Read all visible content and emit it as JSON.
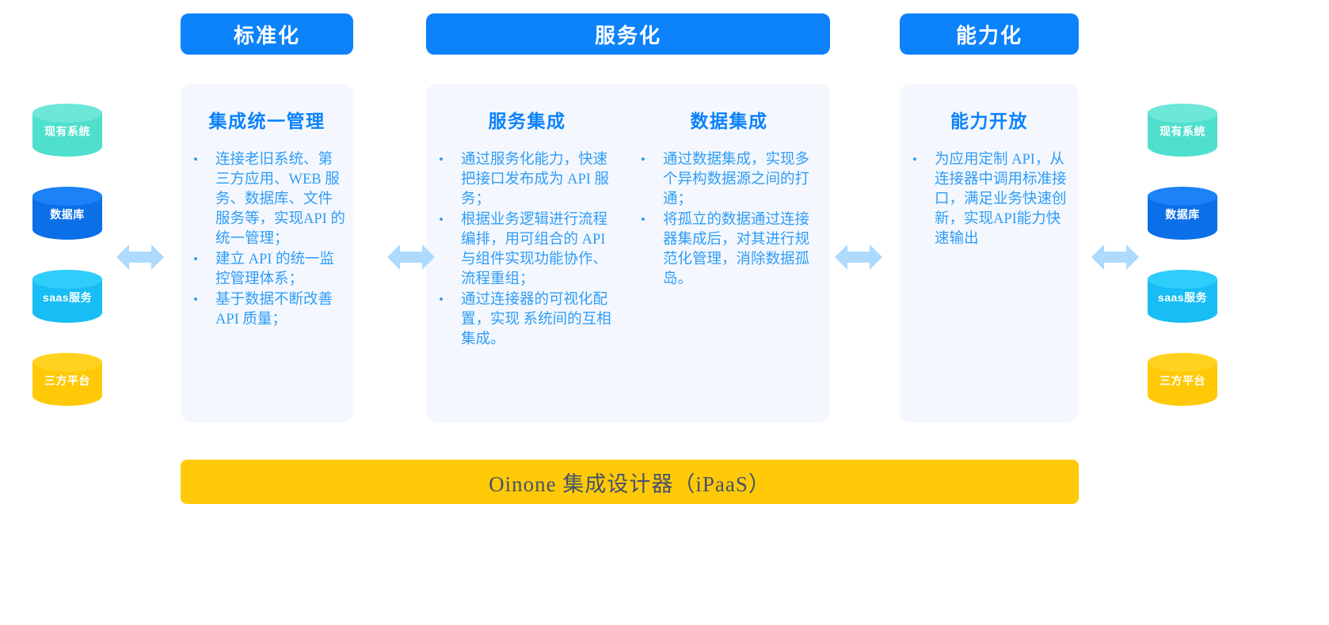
{
  "stages": [
    {
      "label": "标准化"
    },
    {
      "label": "服务化"
    },
    {
      "label": "能力化"
    }
  ],
  "panels": [
    {
      "columns": [
        {
          "title": "集成统一管理",
          "bullets": [
            "连接老旧系统、第三方应用、WEB 服务、数据库、文件服务等，实现API 的统一管理；",
            "建立 API 的统一监控管理体系；",
            "基于数据不断改善 API 质量；"
          ]
        }
      ]
    },
    {
      "columns": [
        {
          "title": "服务集成",
          "bullets": [
            "通过服务化能力，快速把接口发布成为 API 服务；",
            "根据业务逻辑进行流程编排，用可组合的 API 与组件实现功能协作、流程重组；",
            "通过连接器的可视化配置，实现 系统间的互相集成。"
          ]
        },
        {
          "title": "数据集成",
          "bullets": [
            "通过数据集成，实现多个异构数据源之间的打通；",
            "将孤立的数据通过连接器集成后，对其进行规范化管理，消除数据孤岛。"
          ]
        }
      ]
    },
    {
      "columns": [
        {
          "title": "能力开放",
          "bullets": [
            "为应用定制 API，从连接器中调用标准接口，满足业务快速创新，实现API能力快速输出"
          ]
        }
      ]
    }
  ],
  "sources": [
    {
      "label": "现有系统",
      "body_color": "#4fdfcd",
      "top_color": "#6ce7d8"
    },
    {
      "label": "数据库",
      "body_color": "#0b6fe8",
      "top_color": "#1b82f7"
    },
    {
      "label": "saas服务",
      "body_color": "#17bdf4",
      "top_color": "#2fcdfb"
    },
    {
      "label": "三方平台",
      "body_color": "#ffc907",
      "top_color": "#ffd21f"
    }
  ],
  "targets": [
    {
      "label": "现有系统",
      "body_color": "#4fdfcd",
      "top_color": "#6ce7d8"
    },
    {
      "label": "数据库",
      "body_color": "#0b6fe8",
      "top_color": "#1b82f7"
    },
    {
      "label": "saas服务",
      "body_color": "#17bdf4",
      "top_color": "#2fcdfb"
    },
    {
      "label": "三方平台",
      "body_color": "#ffc907",
      "top_color": "#ffd21f"
    }
  ],
  "footer": {
    "label": "Oinone 集成设计器（iPaaS）",
    "color": "#ffc907"
  },
  "theme": {
    "accent_blue": "#0c82fb",
    "text_blue": "#2f9cf7",
    "panel_bg": "#f4f8fe",
    "arrow_color": "#addafd",
    "footer_text": "#45526b"
  }
}
